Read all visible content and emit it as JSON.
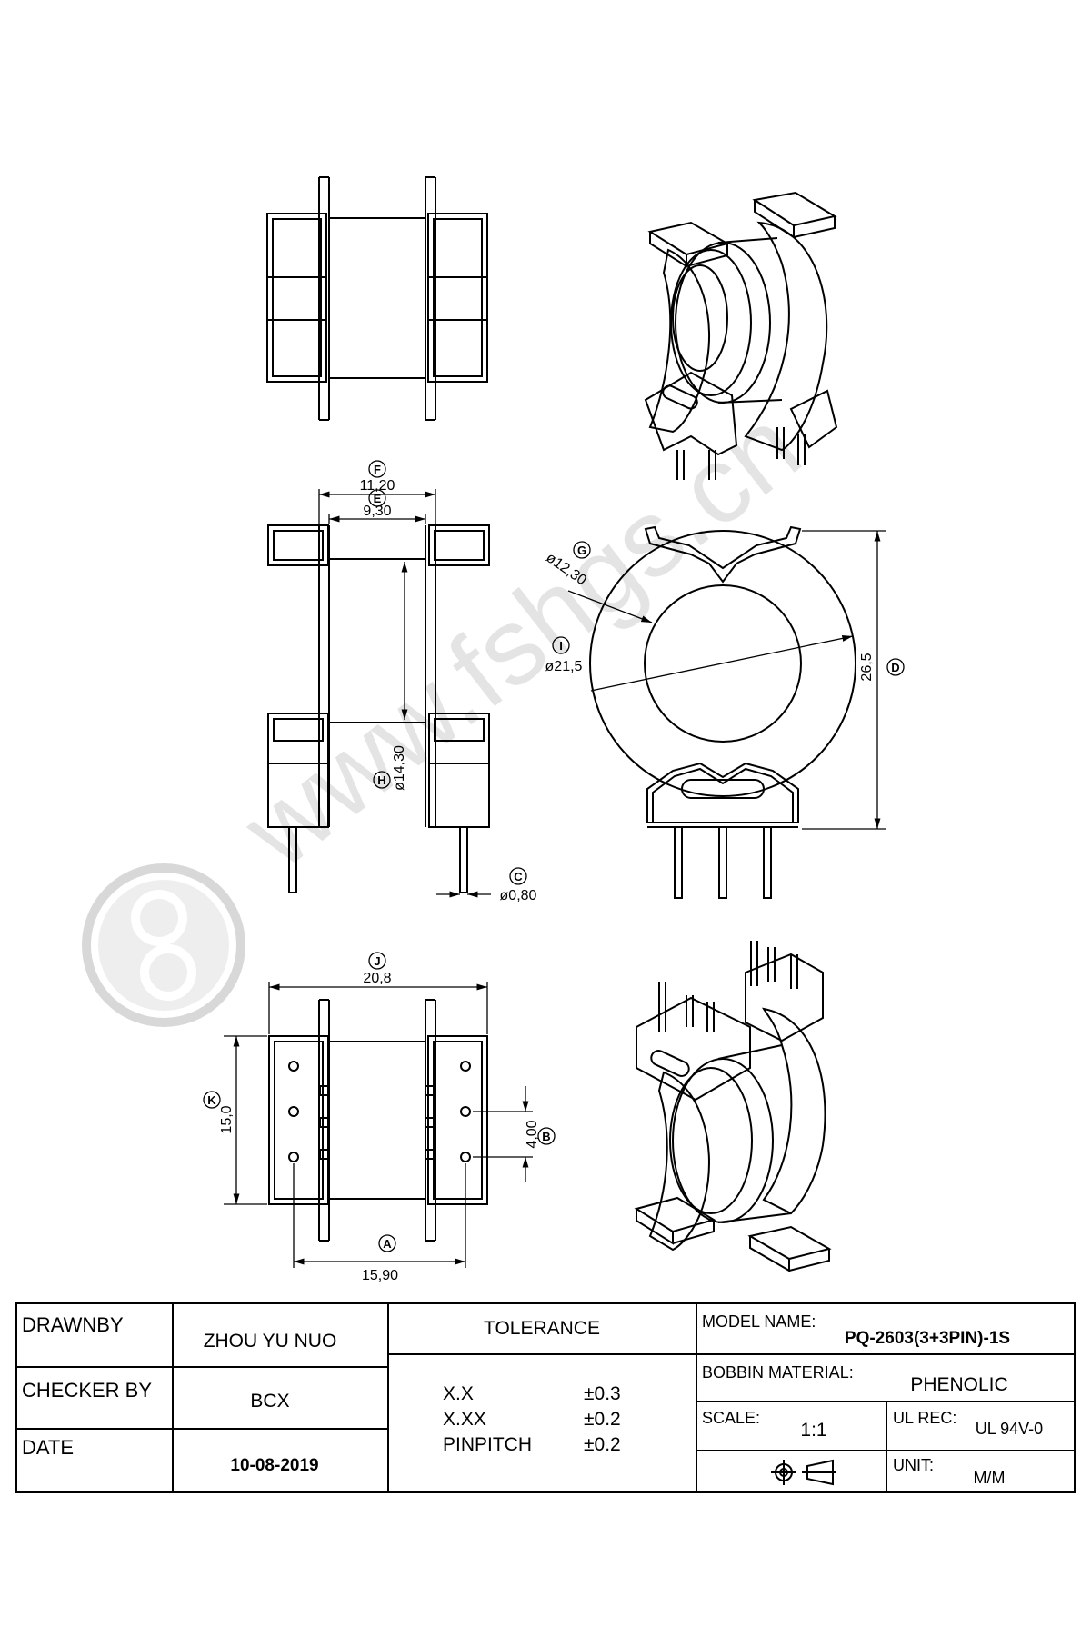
{
  "watermark": {
    "text": "www.fshgs.cn"
  },
  "views": {
    "side_dims": {
      "F": {
        "letter": "F",
        "value": "11,20"
      },
      "E": {
        "letter": "E",
        "value": "9,30"
      },
      "H": {
        "letter": "H",
        "value": "ø14,30"
      },
      "C": {
        "letter": "C",
        "value": "ø0,80"
      }
    },
    "front_dims": {
      "G": {
        "letter": "G",
        "value": "ø12,30"
      },
      "I": {
        "letter": "I",
        "value": "ø21,5"
      },
      "D": {
        "letter": "D",
        "value": "26,5"
      }
    },
    "bottom_dims": {
      "J": {
        "letter": "J",
        "value": "20,8"
      },
      "K": {
        "letter": "K",
        "value": "15,0"
      },
      "B": {
        "letter": "B",
        "value": "4,00"
      },
      "A": {
        "letter": "A",
        "value": "15,90"
      }
    }
  },
  "title_block": {
    "drawn_by_label": "DRAWNBY",
    "drawn_by_value": "ZHOU YU NUO",
    "checker_label": "CHECKER BY",
    "checker_value": "BCX",
    "date_label": "DATE",
    "date_value": "10-08-2019",
    "tolerance_label": "TOLERANCE",
    "tolerances": [
      {
        "name": "X.X",
        "value": "±0.3"
      },
      {
        "name": "X.XX",
        "value": "±0.2"
      },
      {
        "name": "PINPITCH",
        "value": "±0.2"
      }
    ],
    "model_label": "MODEL NAME:",
    "model_value": "PQ-2603(3+3PIN)-1S",
    "material_label": "BOBBIN MATERIAL:",
    "material_value": "PHENOLIC",
    "scale_label": "SCALE:",
    "scale_value": "1:1",
    "ul_label": "UL REC:",
    "ul_value": "UL 94V-0",
    "unit_label": "UNIT:",
    "unit_value": "M/M"
  }
}
